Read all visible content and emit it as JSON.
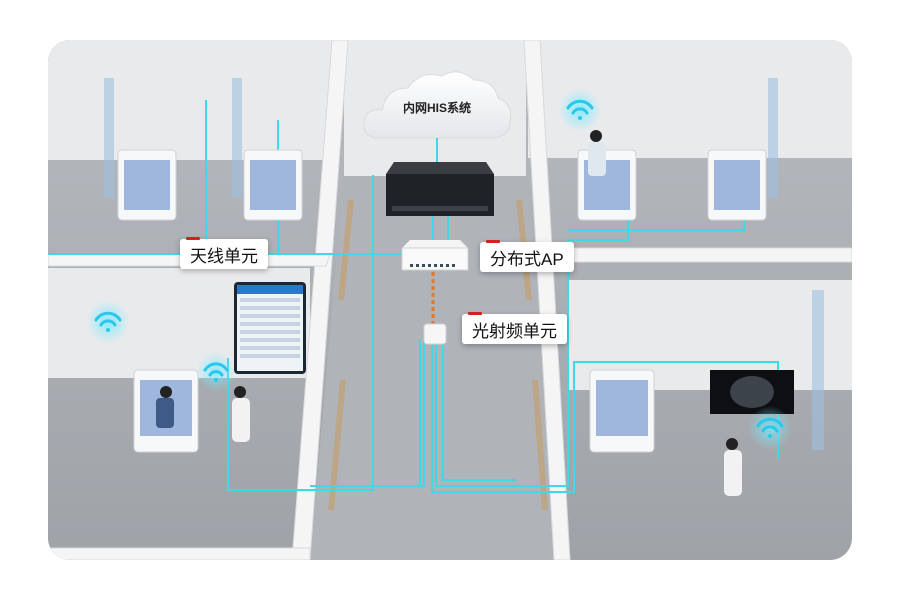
{
  "diagram": {
    "cloud_label": "内网HIS系统",
    "callouts": {
      "antenna": "天线单元",
      "distributed_ap": "分布式AP",
      "optical_rf": "光射频单元"
    },
    "colors": {
      "cable": "#3ed8e6",
      "wifi": "#28c9ea",
      "accent_tick": "#d81e1e",
      "floor": "#a9adb2",
      "wall": "#ececec"
    },
    "icons": [
      "cloud-icon",
      "switch-icon",
      "ap-icon",
      "rf-unit-icon",
      "wifi-icon",
      "hospital-bed-icon",
      "tablet-icon",
      "xray-monitor-icon"
    ]
  }
}
